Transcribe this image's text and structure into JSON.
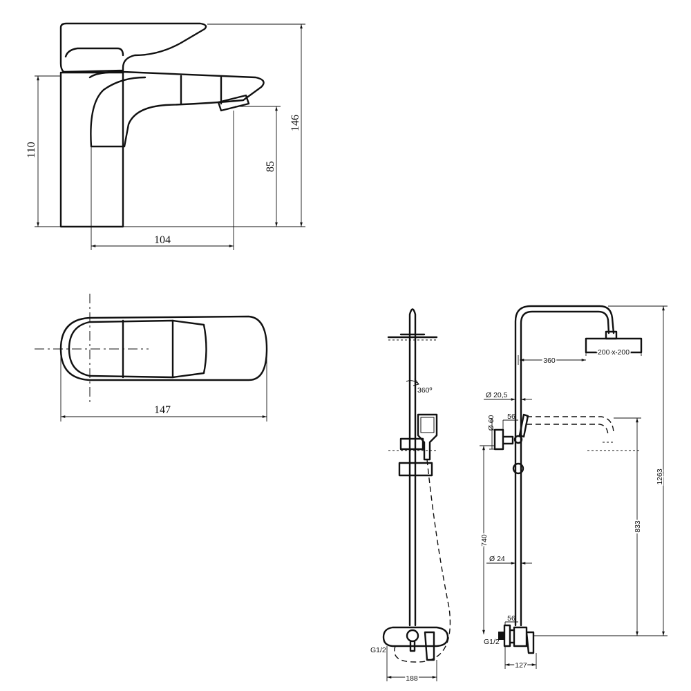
{
  "basin_side": {
    "dims": {
      "body_height": "110",
      "total_height": "146",
      "spout_height": "85",
      "spout_reach": "104"
    }
  },
  "basin_top": {
    "dims": {
      "length": "147"
    }
  },
  "shower_front": {
    "dims": {
      "rotation": "360º",
      "width": "188",
      "inlet": "G1/2"
    }
  },
  "shower_side": {
    "dims": {
      "arm": "360",
      "head_size": "200 x 200",
      "tube_dia": "Ø 20,5",
      "flange_dia": "Ø 60",
      "offset_top": "56",
      "total_height": "1263",
      "slide_height": "833",
      "mixer_height": "740",
      "lower_tube_dia": "Ø 24",
      "offset_bottom": "56",
      "depth": "127",
      "inlet": "G1/2"
    }
  },
  "colors": {
    "line": "#111111",
    "background": "#ffffff"
  }
}
